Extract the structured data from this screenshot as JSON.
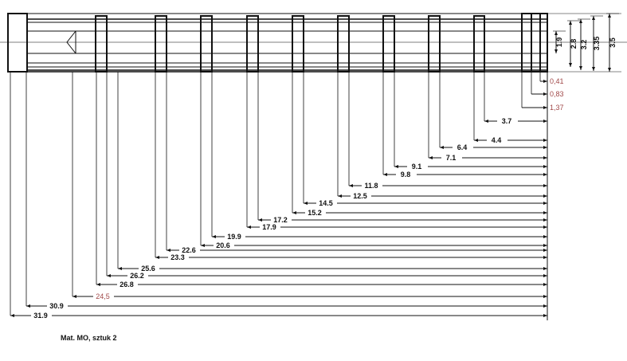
{
  "note": "Mat. MO, sztuk 2",
  "diameters": [
    "1.9",
    "2.8",
    "3.2",
    "3.35",
    "3.5"
  ],
  "small_lengths": [
    "0,41",
    "0,83",
    "1,37"
  ],
  "lengths": [
    "3.7",
    "4.4",
    "6.4",
    "7.1",
    "9.1",
    "9.8",
    "11.8",
    "12.5",
    "14.5",
    "15.2",
    "17.2",
    "17.9",
    "19.9",
    "20.6",
    "22.6",
    "23.3",
    "25.6",
    "26.2",
    "26.8",
    "24,5",
    "30.9",
    "31.9"
  ],
  "colors": {
    "line": "#111111",
    "highlight": "#a04848"
  }
}
